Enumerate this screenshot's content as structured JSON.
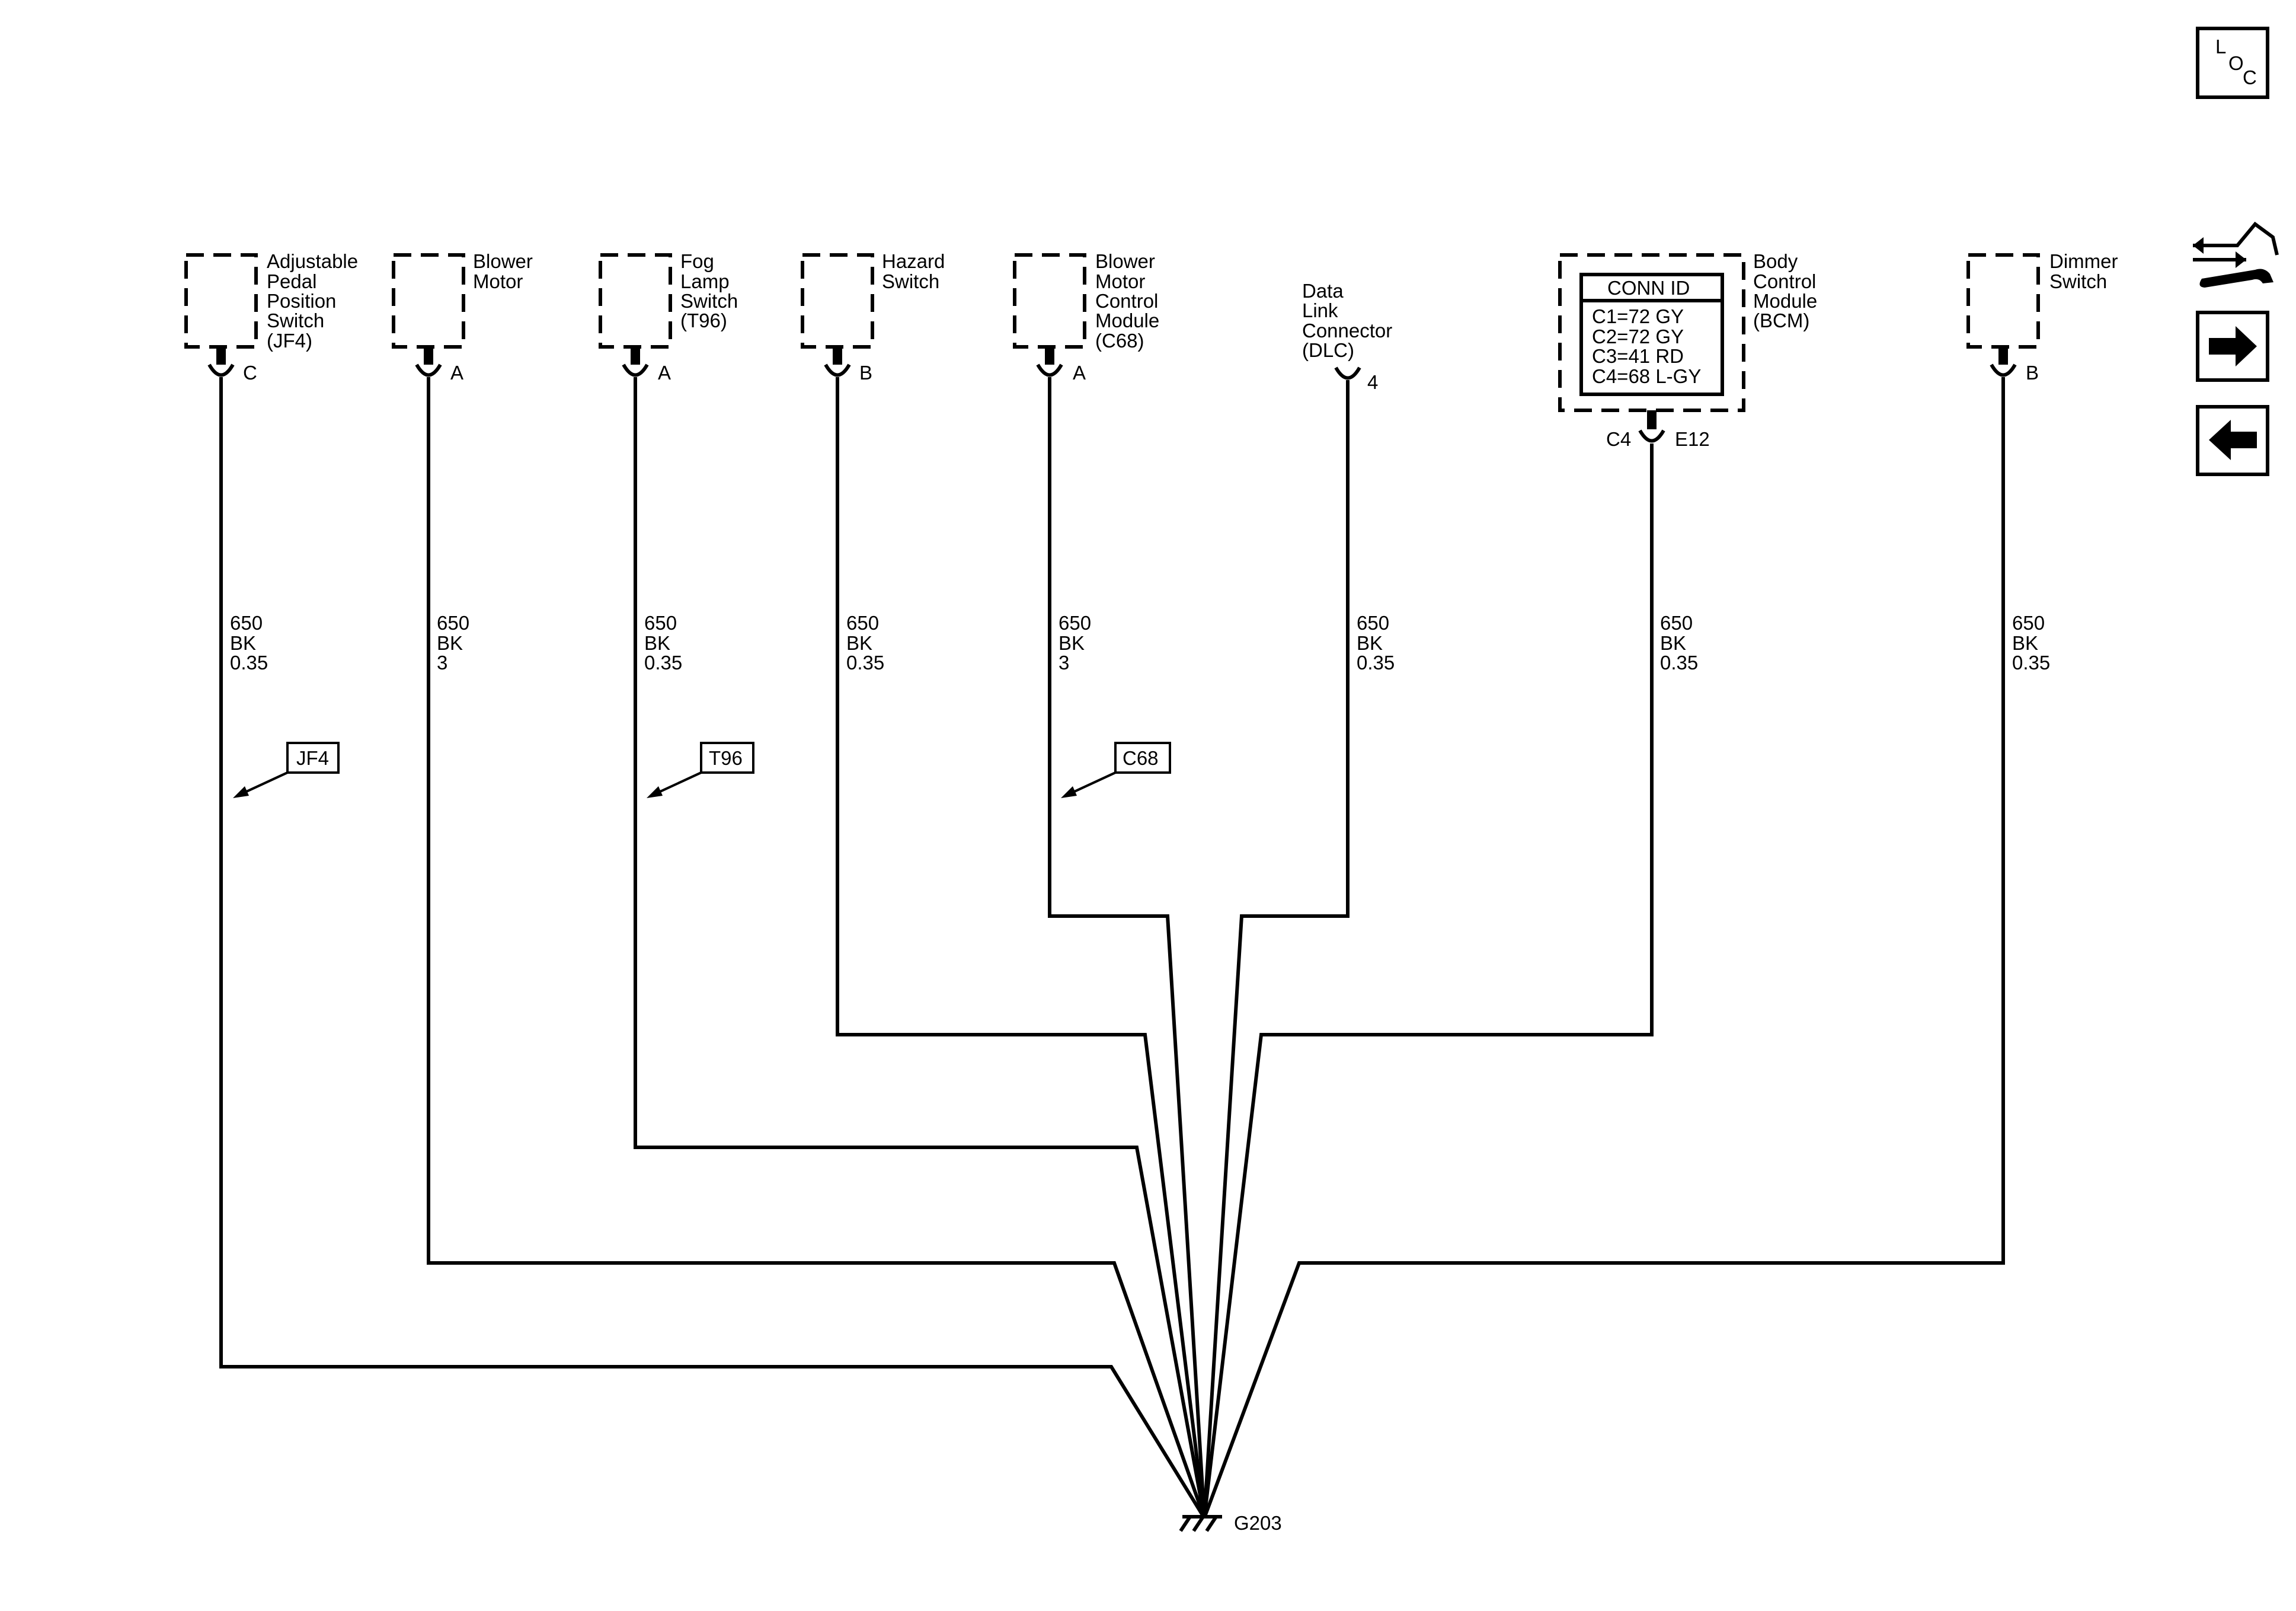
{
  "components": [
    {
      "id": "jf4",
      "name_lines": [
        "Adjustable",
        "Pedal",
        "Position",
        "Switch",
        "(JF4)"
      ],
      "pin": "C",
      "circuit": "650",
      "color": "BK",
      "gauge": "0.35",
      "ref_tag": "JF4"
    },
    {
      "id": "blower-motor",
      "name_lines": [
        "Blower",
        "Motor"
      ],
      "pin": "A",
      "circuit": "650",
      "color": "BK",
      "gauge": "3",
      "ref_tag": ""
    },
    {
      "id": "t96",
      "name_lines": [
        "Fog",
        "Lamp",
        "Switch",
        "(T96)"
      ],
      "pin": "A",
      "circuit": "650",
      "color": "BK",
      "gauge": "0.35",
      "ref_tag": "T96"
    },
    {
      "id": "hazard",
      "name_lines": [
        "Hazard",
        "Switch"
      ],
      "pin": "B",
      "circuit": "650",
      "color": "BK",
      "gauge": "0.35",
      "ref_tag": ""
    },
    {
      "id": "c68",
      "name_lines": [
        "Blower",
        "Motor",
        "Control",
        "Module",
        "(C68)"
      ],
      "pin": "A",
      "circuit": "650",
      "color": "BK",
      "gauge": "3",
      "ref_tag": "C68"
    },
    {
      "id": "dlc",
      "name_lines": [
        "Data",
        "Link",
        "Connector",
        "(DLC)"
      ],
      "pin": "4",
      "circuit": "650",
      "color": "BK",
      "gauge": "0.35",
      "ref_tag": ""
    },
    {
      "id": "bcm",
      "name_lines": [
        "Body",
        "Control",
        "Module",
        "(BCM)"
      ],
      "pin": "E12",
      "connector": "C4",
      "circuit": "650",
      "color": "BK",
      "gauge": "0.35",
      "ref_tag": ""
    },
    {
      "id": "dimmer",
      "name_lines": [
        "Dimmer",
        "Switch"
      ],
      "pin": "B",
      "circuit": "650",
      "color": "BK",
      "gauge": "0.35",
      "ref_tag": ""
    }
  ],
  "conn_id": {
    "title": "CONN ID",
    "rows": [
      "C1=72 GY",
      "C2=72 GY",
      "C3=41 RD",
      "C4=68 L-GY"
    ]
  },
  "ground": {
    "label": "G203"
  },
  "loc": {
    "letters": [
      "L",
      "O",
      "C"
    ]
  },
  "nav_icons": [
    "repair-tools-icon",
    "forward-arrow-icon",
    "back-arrow-icon"
  ]
}
